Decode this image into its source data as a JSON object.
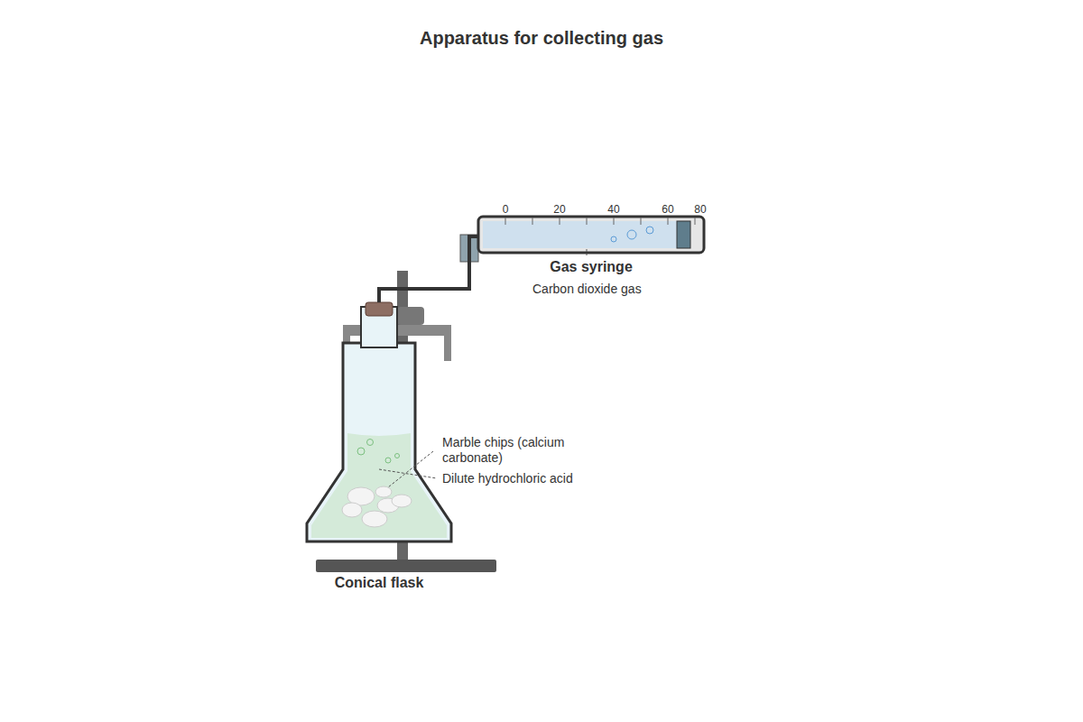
{
  "diagram": {
    "title": "Apparatus for collecting gas",
    "nodes": [
      {
        "text": [
          "Conical flask"
        ]
      },
      {
        "text": [
          "Gas syringe"
        ]
      }
    ],
    "edges": [
      {
        "from": 0,
        "to": 1,
        "arrow": "none"
      }
    ],
    "labels": [
      "0",
      "20",
      "40",
      "60",
      "80",
      "Carbon dioxide gas",
      "Marble chips (calcium carbonate)",
      "Dilute hydrochloric acid"
    ]
  }
}
